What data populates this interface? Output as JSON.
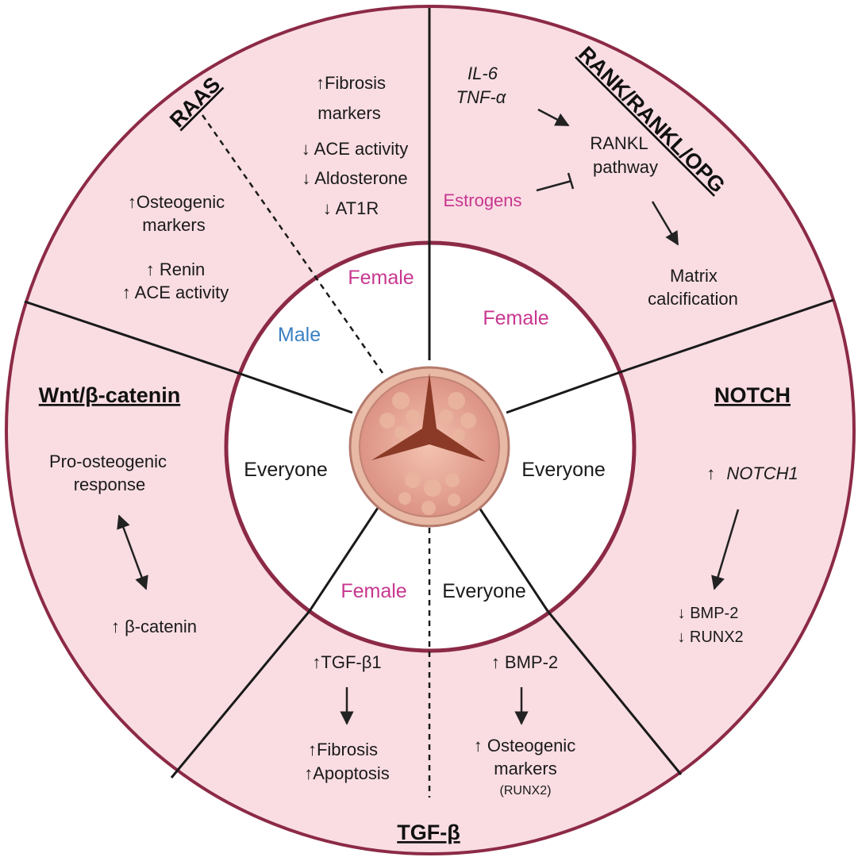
{
  "colors": {
    "ring_fill": "#f9dde3",
    "ring_border": "#8c2a46",
    "female": "#c8378f",
    "male": "#3a80c4",
    "text": "#1a1a1a"
  },
  "inner_labels": {
    "female_raas": "Female",
    "male_raas": "Male",
    "female_rank": "Female",
    "everyone_wnt": "Everyone",
    "everyone_notch": "Everyone",
    "female_tgf": "Female",
    "everyone_tgf": "Everyone"
  },
  "raas": {
    "title": "RAAS",
    "male_effects": [
      "↑Osteogenic",
      "markers",
      "↑ Renin",
      "↑ ACE activity"
    ],
    "female_effects": [
      "↑Fibrosis",
      "markers",
      "↓ ACE activity",
      "↓ Aldosterone",
      "↓ AT1R"
    ]
  },
  "rank": {
    "title": "RANK/RANKL/OPG",
    "cytokine_1": "IL-6",
    "cytokine_2": "TNF-α",
    "pathway_1": "RANKL",
    "pathway_2": "pathway",
    "estrogens": "Estrogens",
    "outcome_1": "Matrix",
    "outcome_2": "calcification"
  },
  "wnt": {
    "title": "Wnt/β-catenin",
    "response_1": "Pro-osteogenic",
    "response_2": "response",
    "marker": "↑ β-catenin"
  },
  "notch": {
    "title": "NOTCH",
    "gene_arrow": "↑",
    "gene": "NOTCH1",
    "down_1": "↓ BMP-2",
    "down_2": "↓ RUNX2"
  },
  "tgf": {
    "title": "TGF-β",
    "female_top": "↑TGF-β1",
    "female_out_1": "↑Fibrosis",
    "female_out_2": "↑Apoptosis",
    "everyone_top": "↑ BMP-2",
    "everyone_out_1": "↑ Osteogenic",
    "everyone_out_2": "markers",
    "everyone_out_3": "(RUNX2)"
  }
}
